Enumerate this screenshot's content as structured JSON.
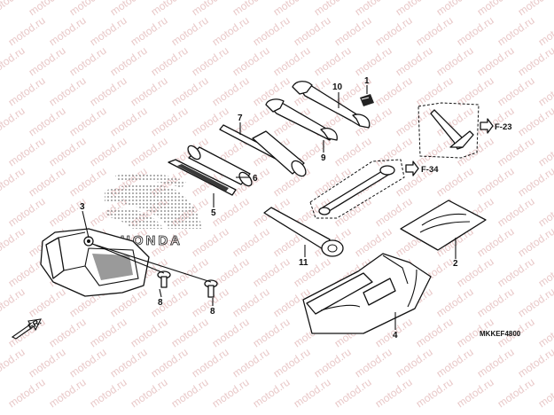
{
  "watermark": "motod.ru",
  "diagram_code": "MKKEF4800",
  "brand_mark": "HONDA",
  "direction_label": "FR.",
  "callouts": {
    "c1": "1",
    "c2": "2",
    "c3": "3",
    "c4": "4",
    "c5": "5",
    "c6": "6",
    "c7": "7",
    "c8a": "8",
    "c8b": "8",
    "c9": "9",
    "c10": "10",
    "c11": "11"
  },
  "references": {
    "f23": "F-23",
    "f34": "F-34"
  }
}
